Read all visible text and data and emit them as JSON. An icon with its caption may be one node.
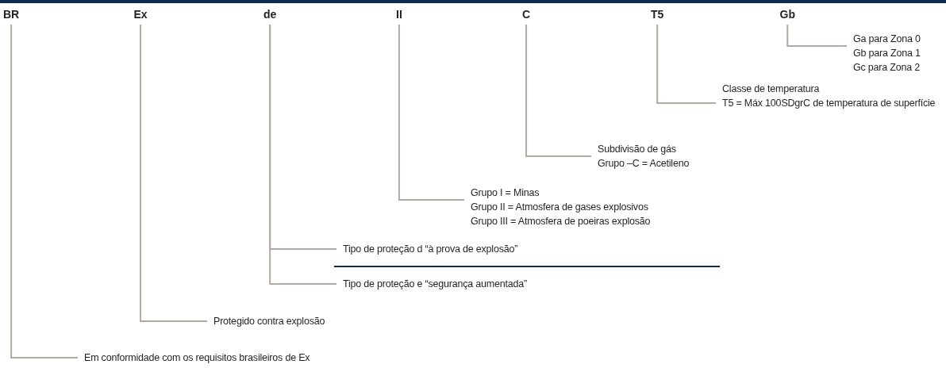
{
  "diagram": {
    "nodes": [
      {
        "text": [
          "BR"
        ]
      },
      {
        "text": [
          "Ex"
        ]
      },
      {
        "text": [
          "de"
        ]
      },
      {
        "text": [
          "II"
        ]
      },
      {
        "text": [
          "C"
        ]
      },
      {
        "text": [
          "T5"
        ]
      },
      {
        "text": [
          "Gb"
        ]
      },
      {
        "text": [
          "Ga para Zona 0",
          "Gb para Zona 1",
          "Gc para Zona 2"
        ]
      },
      {
        "text": [
          "Classe de temperatura",
          "T5 = Máx 100SDgrC de temperatura de superfície"
        ]
      },
      {
        "text": [
          "Subdivisão de gás",
          "Grupo –C = Acetileno"
        ]
      },
      {
        "text": [
          "Grupo I = Minas",
          "Grupo II = Atmosfera de gases explosivos",
          "Grupo III = Atmosfera de poeiras explosão"
        ]
      },
      {
        "text": [
          "Tipo de proteção d “à prova de explosão”"
        ]
      },
      {
        "text": [
          "Tipo de proteção e “segurança aumentada”"
        ]
      },
      {
        "text": [
          "Protegido contra explosão"
        ]
      },
      {
        "text": [
          "Em conformidade com os requisitos brasileiros de Ex"
        ]
      }
    ],
    "edges": [
      {
        "from": 6,
        "to": 7,
        "arrow": "none"
      },
      {
        "from": 5,
        "to": 8,
        "arrow": "none"
      },
      {
        "from": 4,
        "to": 9,
        "arrow": "none"
      },
      {
        "from": 3,
        "to": 10,
        "arrow": "none"
      },
      {
        "from": 2,
        "to": 11,
        "arrow": "none"
      },
      {
        "from": 2,
        "to": 12,
        "arrow": "none"
      },
      {
        "from": 1,
        "to": 13,
        "arrow": "none"
      },
      {
        "from": 0,
        "to": 14,
        "arrow": "none"
      }
    ]
  }
}
